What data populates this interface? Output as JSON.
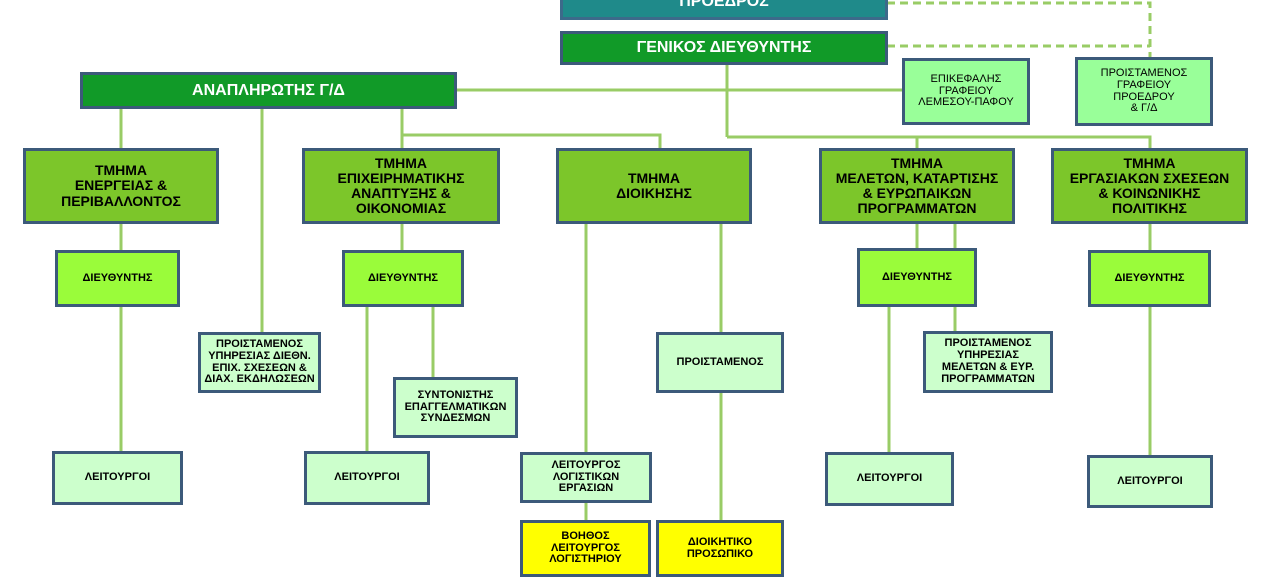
{
  "chart": {
    "president": "ΠΡΟΕΔΡΟΣ",
    "general_director": "ΓΕΝΙΚΟΣ ΔΙΕΥΘΥΝΤΗΣ",
    "deputy_general_director": "ΑΝΑΠΛΗΡΩΤΗΣ Γ/Δ",
    "limassol_paphos_office": "ΕΠΙΚΕΦΑΛΗΣ\nΓΡΑΦΕΙΟΥ\nΛΕΜΕΣΟΥ-ΠΑΦΟΥ",
    "president_gd_office": "ΠΡΟΙΣΤΑΜΕΝΟΣ\nΓΡΑΦΕΙΟΥ\nΠΡΟΕΔΡΟΥ\n& Γ/Δ",
    "departments": {
      "energy": "ΤΜΗΜΑ\nΕΝΕΡΓΕΙΑΣ &\nΠΕΡΙΒΑΛΛΟΝΤΟΣ",
      "business": "ΤΜΗΜΑ\nΕΠΙΧΕΙΡΗΜΑΤΙΚΗΣ\nΑΝΑΠΤΥΞΗΣ &\nΟΙΚΟΝΟΜΙΑΣ",
      "administration": "ΤΜΗΜΑ\nΔΙΟΙΚΗΣΗΣ",
      "studies": "ΤΜΗΜΑ\nΜΕΛΕΤΩΝ, ΚΑΤΑΡΤΙΣΗΣ\n& ΕΥΡΩΠΑΙΚΩΝ\nΠΡΟΓΡΑΜΜΑΤΩΝ",
      "labour": "ΤΜΗΜΑ\nΕΡΓΑΣΙΑΚΩΝ ΣΧΕΣΕΩΝ\n& ΚΟΙΝΩΝΙΚΗΣ\nΠΟΛΙΤΙΚΗΣ"
    },
    "director": "ΔΙΕΥΘΥΝΤΗΣ",
    "officers": "ΛΕΙΤΟΥΡΓΟΙ",
    "intl_relations_head": "ΠΡΟΙΣΤΑΜΕΝΟΣ\nΥΠΗΡΕΣΙΑΣ ΔΙΕΘΝ.\nΕΠΙΧ. ΣΧΕΣΕΩΝ &\nΔΙΑΧ. ΕΚΔΗΛΩΣΕΩΝ",
    "professional_assoc_coordinator": "ΣΥΝΤΟΝΙΣΤΗΣ\nΕΠΑΓΓΕΛΜΑΤΙΚΩΝ\nΣΥΝΔΕΣΜΩΝ",
    "eu_programmes_head": "ΠΡΟΙΣΤΑΜΕΝΟΣ\nΥΠΗΡΕΣΙΑΣ\nΜΕΛΕΤΩΝ & ΕΥΡ.\nΠΡΟΓΡΑΜΜΑΤΩΝ",
    "supervisor": "ΠΡΟΙΣΤΑΜΕΝΟΣ",
    "accounting_officer": "ΛΕΙΤΟΥΡΓΟΣ\nΛΟΓΙΣΤΙΚΩΝ\nΕΡΓΑΣΙΩΝ",
    "assistant_accounting_officer": "ΒΟΗΘΟΣ\nΛΕΙΤΟΥΡΓΟΣ\nΛΟΓΙΣΤΗΡΙΟΥ",
    "admin_staff": "ΔΙΟΙΚΗΤΙΚΟ\nΠΡΟΣΩΠΙΚΟ"
  },
  "colors": {
    "connector": "#99cc66",
    "top_box": "#1f8a8a",
    "head_box": "#119a28",
    "department_box": "#7cc62a",
    "director_box": "#9afc3a",
    "subunit_box": "#ccffcc",
    "yellow_box": "#ffff00",
    "border": "#3c5a7a"
  }
}
